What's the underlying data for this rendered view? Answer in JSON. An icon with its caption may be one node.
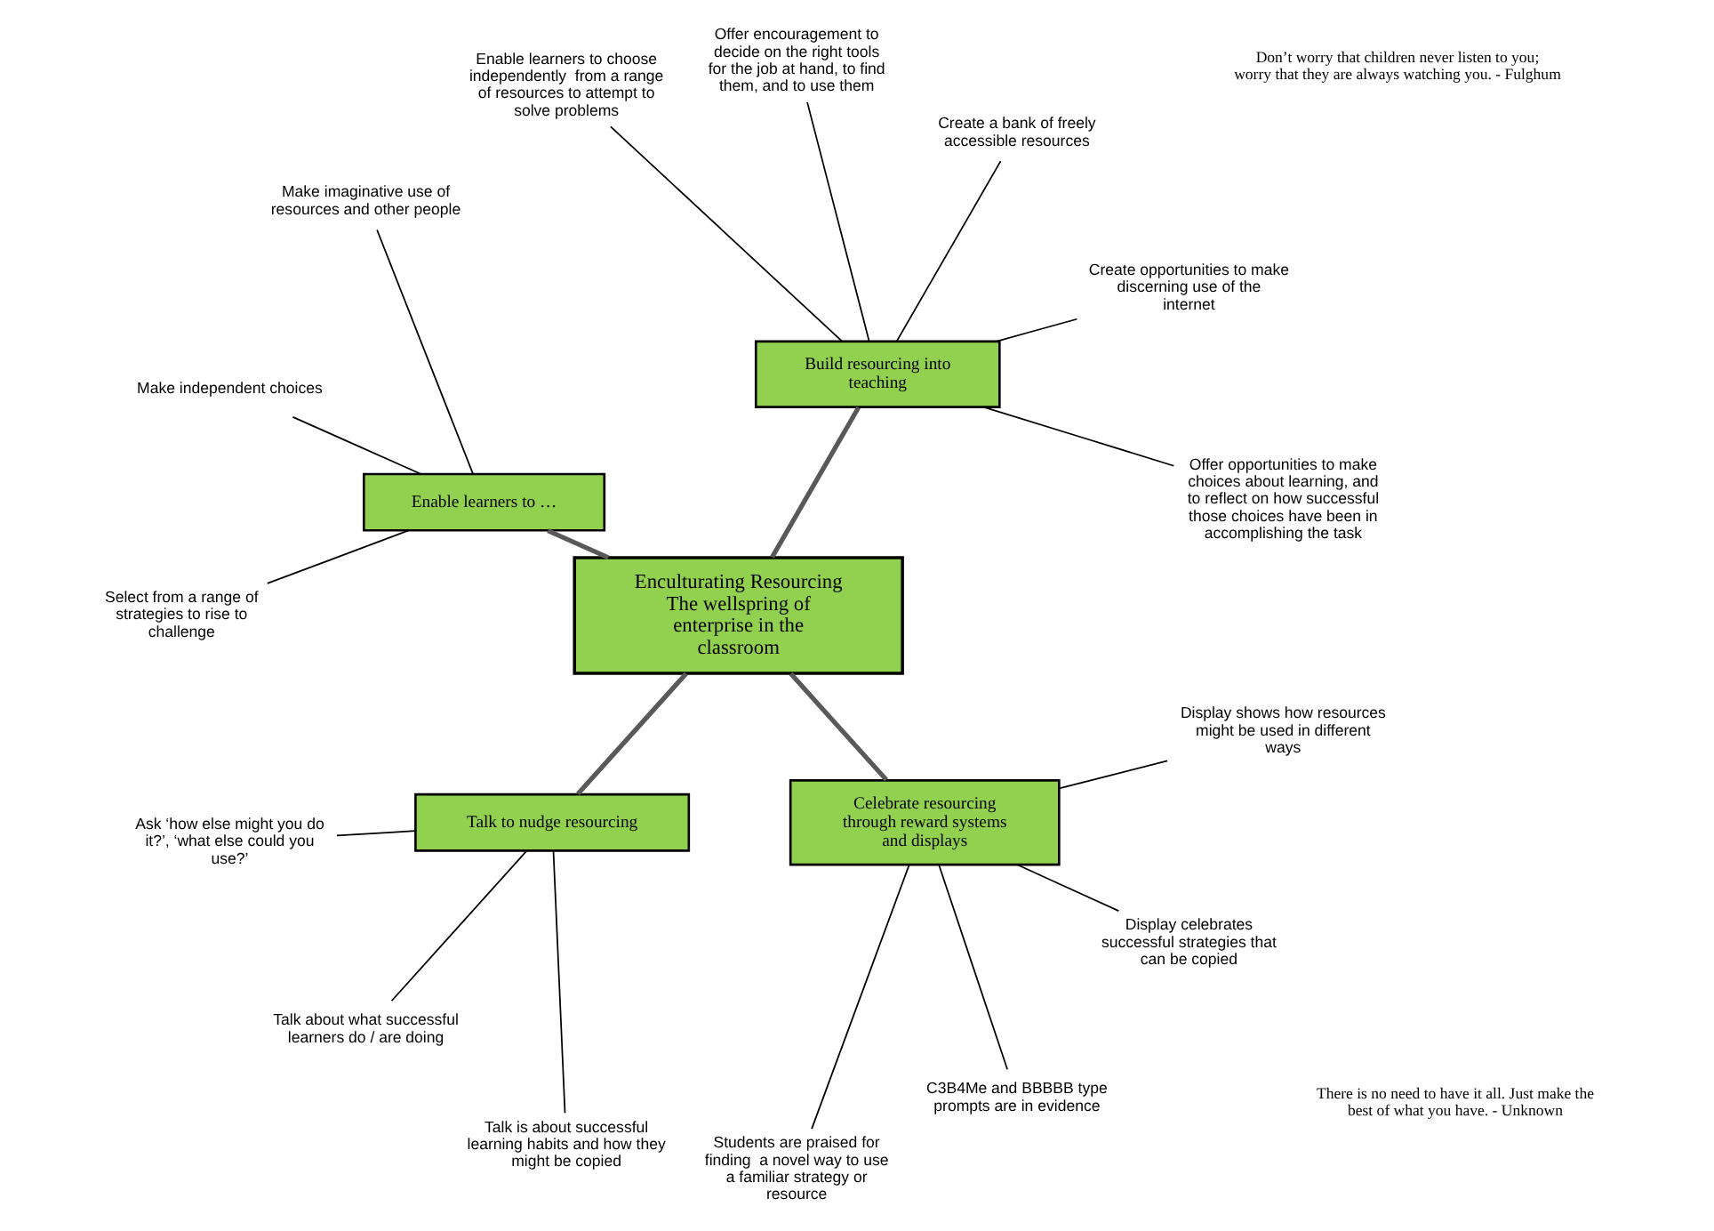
{
  "diagram": {
    "nodes": [
      {
        "text": [
          "Enculturating Resourcing",
          "The wellspring of enterprise in the classroom"
        ]
      },
      {
        "text": [
          "Build resourcing into teaching"
        ]
      },
      {
        "text": [
          "Enable learners to …"
        ]
      },
      {
        "text": [
          "Talk to nudge resourcing"
        ]
      },
      {
        "text": [
          "Celebrate resourcing through reward systems  and displays"
        ]
      },
      {
        "text": [
          "Offer opportunities to make choices about learning, and to reflect on how successful those choices have been in accomplishing the task"
        ]
      },
      {
        "text": [
          "Create opportunities to make discerning use of the internet"
        ]
      },
      {
        "text": [
          "Create a bank of freely accessible resources"
        ]
      },
      {
        "text": [
          "Offer encouragement to decide on the right tools for the job at hand, to find them, and to use them"
        ]
      },
      {
        "text": [
          "Enable learners to choose independently  from a range of resources to attempt to solve problems"
        ]
      },
      {
        "text": [
          "Make imaginative use of resources and other people"
        ]
      },
      {
        "text": [
          "Make independent choices"
        ]
      },
      {
        "text": [
          "Select from a range of strategies to rise to challenge"
        ]
      },
      {
        "text": [
          "Ask ‘how else might you do it?’, ‘what else could you use?’"
        ]
      },
      {
        "text": [
          "Talk about what successful learners do / are doing"
        ]
      },
      {
        "text": [
          "Talk is about successful learning habits and how they might be copied"
        ]
      },
      {
        "text": [
          "Students are praised for finding  a novel way to use a familiar strategy or resource"
        ]
      },
      {
        "text": [
          "C3B4Me and BBBBB type prompts are in evidence"
        ]
      },
      {
        "text": [
          "Display celebrates successful strategies that can be copied"
        ]
      },
      {
        "text": [
          "Display shows how resources might be used in different ways"
        ]
      }
    ],
    "edges": [
      {
        "from": 0,
        "to": 1,
        "arrow": "none",
        "style": "thick",
        "color": "#595959"
      },
      {
        "from": 0,
        "to": 2,
        "arrow": "none",
        "style": "thick",
        "color": "#595959"
      },
      {
        "from": 0,
        "to": 3,
        "arrow": "none",
        "style": "thick",
        "color": "#595959"
      },
      {
        "from": 0,
        "to": 4,
        "arrow": "none",
        "style": "thick",
        "color": "#595959"
      },
      {
        "from": 1,
        "to": 5,
        "arrow": "none"
      },
      {
        "from": 1,
        "to": 6,
        "arrow": "none"
      },
      {
        "from": 1,
        "to": 7,
        "arrow": "none"
      },
      {
        "from": 1,
        "to": 8,
        "arrow": "none"
      },
      {
        "from": 1,
        "to": 9,
        "arrow": "none"
      },
      {
        "from": 2,
        "to": 10,
        "arrow": "none"
      },
      {
        "from": 2,
        "to": 11,
        "arrow": "none"
      },
      {
        "from": 2,
        "to": 12,
        "arrow": "none"
      },
      {
        "from": 3,
        "to": 13,
        "arrow": "none"
      },
      {
        "from": 3,
        "to": 14,
        "arrow": "none"
      },
      {
        "from": 3,
        "to": 15,
        "arrow": "none"
      },
      {
        "from": 4,
        "to": 16,
        "arrow": "none"
      },
      {
        "from": 4,
        "to": 17,
        "arrow": "none"
      },
      {
        "from": 4,
        "to": 18,
        "arrow": "none"
      },
      {
        "from": 4,
        "to": 19,
        "arrow": "none"
      }
    ],
    "labels": [
      "There is no need to have it all. Just make the best of what you have. - Unknown",
      "Don’t worry that children never listen to you; worry that they are always watching you. - Fulghum"
    ]
  }
}
